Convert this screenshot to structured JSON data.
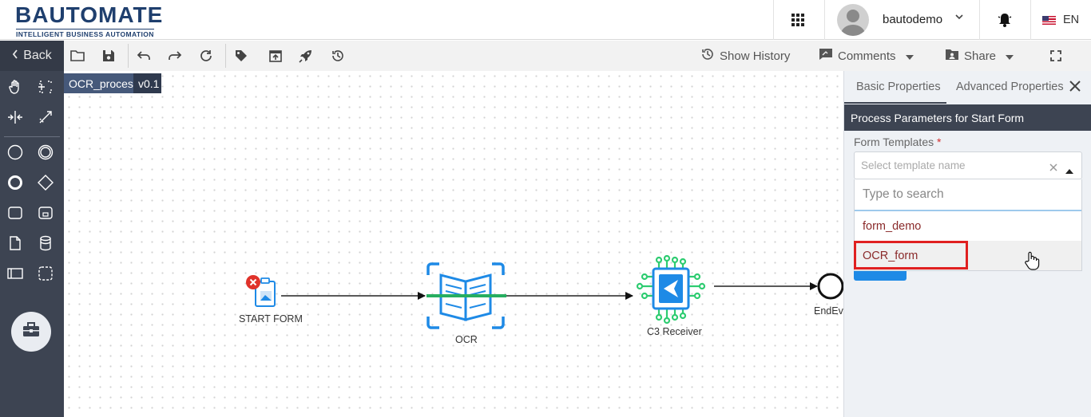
{
  "header": {
    "logo_title": "BAUTOMATE",
    "logo_subtitle": "INTELLIGENT BUSINESS AUTOMATION",
    "username": "bautodemo",
    "language": "EN"
  },
  "rail": {
    "back_label": "Back"
  },
  "toolbar": {
    "show_history": "Show History",
    "comments": "Comments",
    "share": "Share"
  },
  "canvas": {
    "process_name": "OCR_process",
    "version": "v0.1",
    "nodes": {
      "start": "START FORM",
      "ocr": "OCR",
      "receiver": "C3 Receiver",
      "end": "EndEvent"
    }
  },
  "panel": {
    "tab_basic": "Basic Properties",
    "tab_advanced": "Advanced Properties",
    "section_title": "Process Parameters for Start Form",
    "field_label": "Form Templates",
    "required_mark": "*",
    "select_placeholder": "Select template name",
    "search_placeholder": "Type to search",
    "options": [
      "form_demo",
      "OCR_form"
    ]
  },
  "colors": {
    "rail": "#3d4452",
    "accent_blue": "#1e8ae6",
    "ocr_green": "#27ae60",
    "highlight_red": "#e02020"
  }
}
